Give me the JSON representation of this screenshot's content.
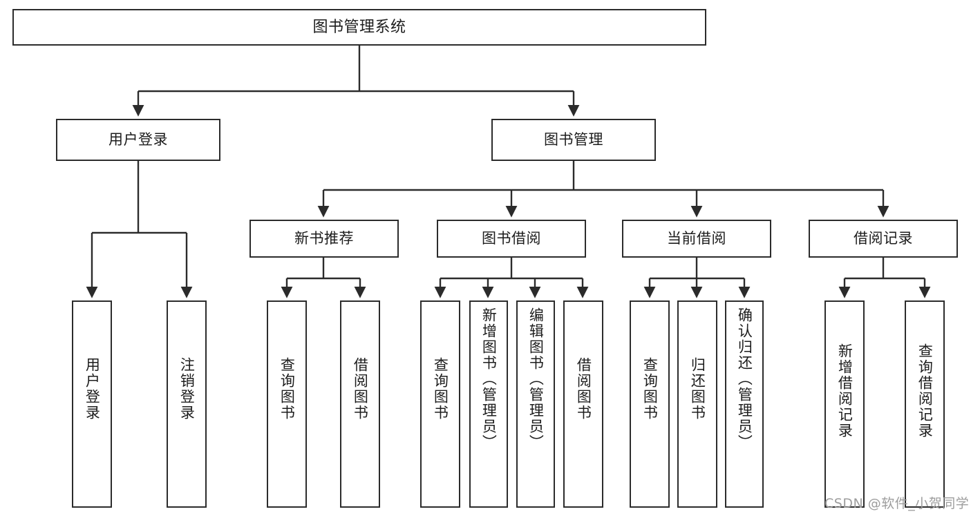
{
  "diagram": {
    "title": "图书管理系统",
    "type": "hierarchy-tree",
    "watermark": "CSDN @软件_小贺同学",
    "stroke_color": "#2b2b2b",
    "fill_color": "#ffffff",
    "background_color": "#ffffff",
    "levels": {
      "root": "图书管理系统",
      "level2": [
        "用户登录",
        "图书管理"
      ],
      "level3": [
        "新书推荐",
        "图书借阅",
        "当前借阅",
        "借阅记录"
      ]
    },
    "nodes": {
      "root": {
        "label": "图书管理系统"
      },
      "user_login": {
        "label": "用户登录"
      },
      "book_manage": {
        "label": "图书管理"
      },
      "new_book_rec": {
        "label": "新书推荐"
      },
      "book_borrow": {
        "label": "图书借阅"
      },
      "current_borrow": {
        "label": "当前借阅"
      },
      "borrow_record": {
        "label": "借阅记录"
      },
      "leaf_user_login": {
        "label": "用户登录"
      },
      "leaf_logout": {
        "label": "注销登录"
      },
      "leaf_query_book_1": {
        "label": "查询图书"
      },
      "leaf_borrow_book_1": {
        "label": "借阅图书"
      },
      "leaf_query_book_2": {
        "label": "查询图书"
      },
      "leaf_add_book": {
        "label": "新增图书（管理员）"
      },
      "leaf_edit_book": {
        "label": "编辑图书（管理员）"
      },
      "leaf_borrow_book_2": {
        "label": "借阅图书"
      },
      "leaf_query_book_3": {
        "label": "查询图书"
      },
      "leaf_return_book": {
        "label": "归还图书"
      },
      "leaf_confirm_return": {
        "label": "确认归还（管理员）"
      },
      "leaf_add_record": {
        "label": "新增借阅记录"
      },
      "leaf_query_record": {
        "label": "查询借阅记录"
      }
    },
    "edges": [
      {
        "from": "root",
        "to": "user_login"
      },
      {
        "from": "root",
        "to": "book_manage"
      },
      {
        "from": "user_login",
        "to": "leaf_user_login"
      },
      {
        "from": "user_login",
        "to": "leaf_logout"
      },
      {
        "from": "book_manage",
        "to": "new_book_rec"
      },
      {
        "from": "book_manage",
        "to": "book_borrow"
      },
      {
        "from": "book_manage",
        "to": "current_borrow"
      },
      {
        "from": "book_manage",
        "to": "borrow_record"
      },
      {
        "from": "new_book_rec",
        "to": "leaf_query_book_1"
      },
      {
        "from": "new_book_rec",
        "to": "leaf_borrow_book_1"
      },
      {
        "from": "book_borrow",
        "to": "leaf_query_book_2"
      },
      {
        "from": "book_borrow",
        "to": "leaf_add_book"
      },
      {
        "from": "book_borrow",
        "to": "leaf_edit_book"
      },
      {
        "from": "book_borrow",
        "to": "leaf_borrow_book_2"
      },
      {
        "from": "current_borrow",
        "to": "leaf_query_book_3"
      },
      {
        "from": "current_borrow",
        "to": "leaf_return_book"
      },
      {
        "from": "current_borrow",
        "to": "leaf_confirm_return"
      },
      {
        "from": "borrow_record",
        "to": "leaf_add_record"
      },
      {
        "from": "borrow_record",
        "to": "leaf_query_record"
      }
    ]
  }
}
